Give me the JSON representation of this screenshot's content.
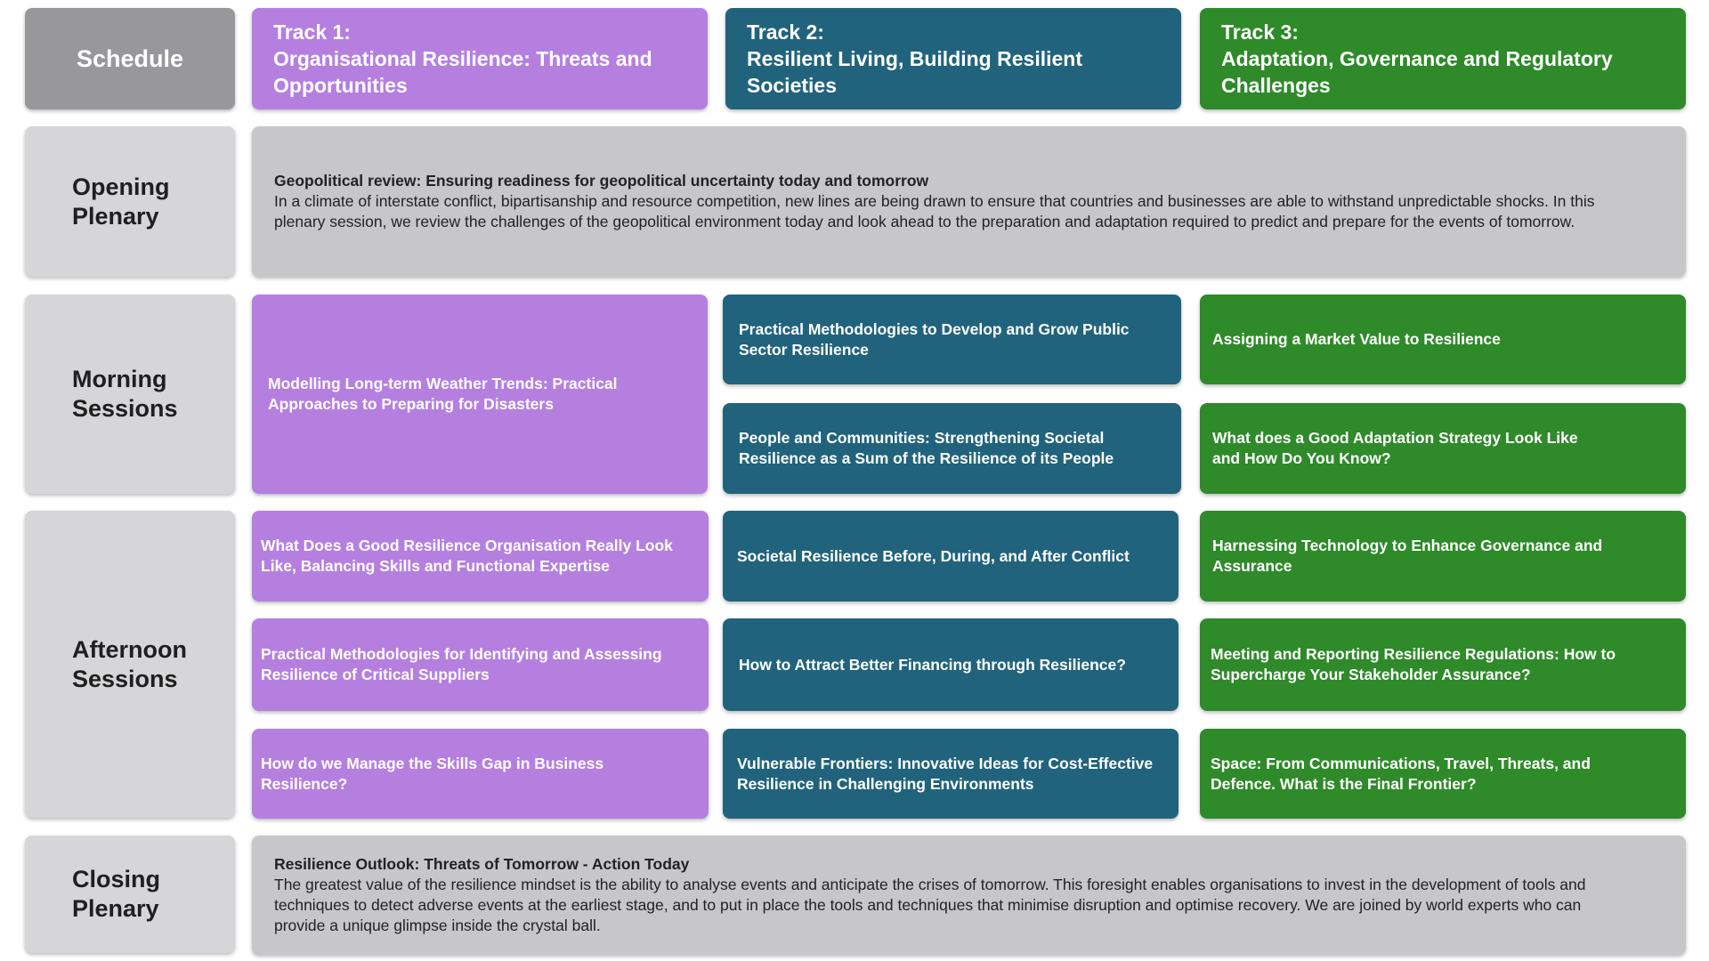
{
  "schedule": {
    "label": "Schedule"
  },
  "tracks": [
    {
      "prefix": "Track 1:",
      "title": "Organisational Resilience: Threats and Opportunities",
      "color": "#b57fe0"
    },
    {
      "prefix": "Track 2:",
      "title": "Resilient Living, Building Resilient Societies",
      "color": "#21637c"
    },
    {
      "prefix": "Track 3:",
      "title": "Adaptation, Governance and Regulatory Challenges",
      "color": "#2f8a2a"
    }
  ],
  "rows": {
    "opening_plenary": "Opening\nPlenary",
    "morning_sessions": "Morning\nSessions",
    "afternoon_sessions": "Afternoon\nSessions",
    "closing_plenary": "Closing\nPlenary"
  },
  "opening_plenary": {
    "title": "Geopolitical review: Ensuring readiness for geopolitical uncertainty today and tomorrow",
    "description": "In a climate of interstate conflict, bipartisanship and resource competition, new lines are being drawn to ensure that countries and businesses are able to withstand unpredictable shocks. In this plenary session, we review the challenges of the geopolitical environment today and look ahead to the preparation and adaptation required to predict and prepare for the events of tomorrow."
  },
  "morning": {
    "track1": [
      "Modelling Long-term Weather Trends: Practical Approaches to Preparing for Disasters"
    ],
    "track2": [
      "Practical Methodologies to Develop and Grow Public Sector Resilience",
      "People and Communities: Strengthening Societal Resilience as a Sum of the Resilience of its People"
    ],
    "track3": [
      "Assigning a Market Value to Resilience",
      "What does a Good Adaptation Strategy Look Like and How Do You Know?"
    ]
  },
  "afternoon": {
    "track1": [
      "What Does a Good Resilience Organisation Really Look Like, Balancing Skills and Functional Expertise",
      "Practical Methodologies for Identifying and Assessing Resilience of Critical Suppliers",
      "How do we Manage the Skills Gap in Business Resilience?"
    ],
    "track2": [
      "Societal Resilience Before, During, and After Conflict",
      "How to Attract Better Financing through Resilience?",
      "Vulnerable Frontiers: Innovative Ideas for Cost-Effective Resilience in Challenging Environments"
    ],
    "track3": [
      "Harnessing Technology to Enhance Governance and Assurance",
      "Meeting and Reporting Resilience Regulations: How to Supercharge Your Stakeholder Assurance?",
      "Space: From Communications, Travel, Threats, and Defence. What is the Final Frontier?"
    ]
  },
  "closing_plenary": {
    "title": "Resilience Outlook: Threats of Tomorrow - Action Today",
    "description": "The greatest value of the resilience mindset is the ability to analyse events and anticipate the crises of tomorrow. This foresight enables organisations to invest in the development of tools and techniques to detect adverse events at the earliest stage, and to put in place the tools and techniques that minimise disruption and optimise recovery. We are joined by world experts who can provide a unique glimpse inside the crystal ball."
  }
}
